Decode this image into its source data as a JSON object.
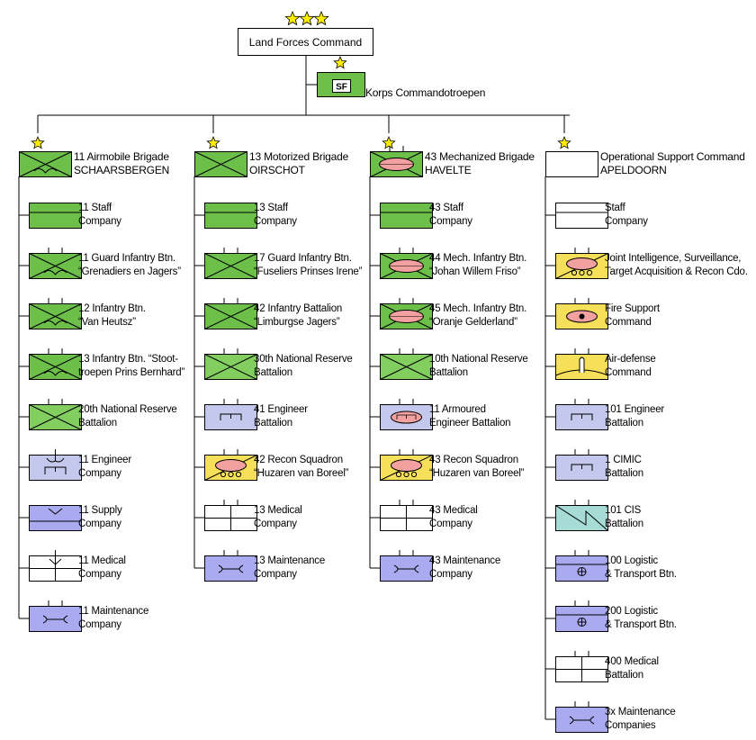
{
  "colors": {
    "green": "#6cc04a",
    "light_green": "#82cf60",
    "blue": "#c3c8ec",
    "dark_blue": "#aaaaf0",
    "yellow": "#f6e05a",
    "teal": "#a6dcd5",
    "pink": "#f2a0a0",
    "star": "#ffee00"
  },
  "hq": {
    "label": "Land Forces Command",
    "rank_stars": 3
  },
  "sf": {
    "symbol": "SF",
    "label": "Korps Commandotroepen"
  },
  "columns": [
    {
      "title": [
        "11 Airmobile Brigade",
        "SCHAARSBERGEN"
      ],
      "hq_symbol": "airmobile",
      "units": [
        {
          "symbol": "staff-green",
          "lines": [
            "11 Staff",
            "Company"
          ]
        },
        {
          "symbol": "airmobile-inf",
          "lines": [
            "11 Guard Infantry Btn.",
            "“Grenadiers en Jagers”"
          ]
        },
        {
          "symbol": "airmobile-inf",
          "lines": [
            "12 Infantry Btn.",
            "“Van Heutsz”"
          ]
        },
        {
          "symbol": "airmobile-inf",
          "lines": [
            "13 Infantry Btn. “Stoot-",
            "troepen Prins Bernhard”"
          ]
        },
        {
          "symbol": "reserve-inf",
          "lines": [
            "20th National Reserve",
            "Battalion"
          ]
        },
        {
          "symbol": "airmobile-engineer",
          "lines": [
            "11 Engineer",
            "Company"
          ]
        },
        {
          "symbol": "airmobile-supply",
          "lines": [
            "11 Supply",
            "Company"
          ]
        },
        {
          "symbol": "airmobile-medical",
          "lines": [
            "11 Medical",
            "Company"
          ]
        },
        {
          "symbol": "maintenance",
          "lines": [
            "11 Maintenance",
            "Company"
          ]
        }
      ]
    },
    {
      "title": [
        "13 Motorized Brigade",
        "OIRSCHOT"
      ],
      "hq_symbol": "infantry",
      "units": [
        {
          "symbol": "staff-green",
          "lines": [
            "13 Staff",
            "Company"
          ]
        },
        {
          "symbol": "infantry",
          "lines": [
            "17 Guard Infantry Btn.",
            "“Fuseliers Prinses Irene”"
          ]
        },
        {
          "symbol": "infantry",
          "lines": [
            "42 Infantry Battalion",
            "“Limburgse Jagers”"
          ]
        },
        {
          "symbol": "reserve-inf",
          "lines": [
            "30th National Reserve",
            "Battalion"
          ]
        },
        {
          "symbol": "engineer",
          "lines": [
            "41 Engineer",
            "Battalion"
          ]
        },
        {
          "symbol": "recon",
          "lines": [
            "42 Recon Squadron",
            "“Huzaren van Boreel”"
          ]
        },
        {
          "symbol": "medical",
          "lines": [
            "13 Medical",
            "Company"
          ]
        },
        {
          "symbol": "maintenance",
          "lines": [
            "13 Maintenance",
            "Company"
          ]
        }
      ]
    },
    {
      "title": [
        "43 Mechanized Brigade",
        "HAVELTE"
      ],
      "hq_symbol": "mech",
      "units": [
        {
          "symbol": "staff-green",
          "lines": [
            "43 Staff",
            "Company"
          ]
        },
        {
          "symbol": "mech",
          "lines": [
            "44 Mech. Infantry Btn.",
            "“Johan Willem Friso”"
          ]
        },
        {
          "symbol": "mech",
          "lines": [
            "45 Mech. Infantry Btn.",
            "“Oranje Gelderland”"
          ]
        },
        {
          "symbol": "reserve-inf",
          "lines": [
            "10th National Reserve",
            "Battalion"
          ]
        },
        {
          "symbol": "armoured-engineer",
          "lines": [
            "11 Armoured",
            "Engineer Battalion"
          ]
        },
        {
          "symbol": "recon",
          "lines": [
            "43 Recon Squadron",
            "“Huzaren van Boreel”"
          ]
        },
        {
          "symbol": "medical",
          "lines": [
            "43 Medical",
            "Company"
          ]
        },
        {
          "symbol": "maintenance",
          "lines": [
            "43 Maintenance",
            "Company"
          ]
        }
      ]
    },
    {
      "title": [
        "Operational Support Command",
        "APELDOORN"
      ],
      "hq_symbol": "blank",
      "units": [
        {
          "symbol": "staff-white",
          "lines": [
            "Staff",
            "Company"
          ]
        },
        {
          "symbol": "recon",
          "lines": [
            "Joint Intelligence, Surveillance,",
            "Target Acquisition & Recon Cdo."
          ]
        },
        {
          "symbol": "artillery",
          "lines": [
            "Fire Support",
            "Command"
          ]
        },
        {
          "symbol": "air-defense",
          "lines": [
            "Air-defense",
            "Command"
          ]
        },
        {
          "symbol": "engineer",
          "lines": [
            "101 Engineer",
            "Battalion"
          ]
        },
        {
          "symbol": "engineer",
          "lines": [
            "1 CIMIC",
            "Battalion"
          ]
        },
        {
          "symbol": "signals",
          "lines": [
            "101 CIS",
            "Battalion"
          ]
        },
        {
          "symbol": "logistic",
          "lines": [
            "100 Logistic",
            "& Transport Btn."
          ]
        },
        {
          "symbol": "logistic",
          "lines": [
            "200 Logistic",
            "& Transport Btn."
          ]
        },
        {
          "symbol": "medical",
          "lines": [
            "400 Medical",
            "Battalion"
          ]
        },
        {
          "symbol": "maintenance",
          "lines": [
            "3x Maintenance",
            "Companies"
          ]
        }
      ]
    }
  ]
}
